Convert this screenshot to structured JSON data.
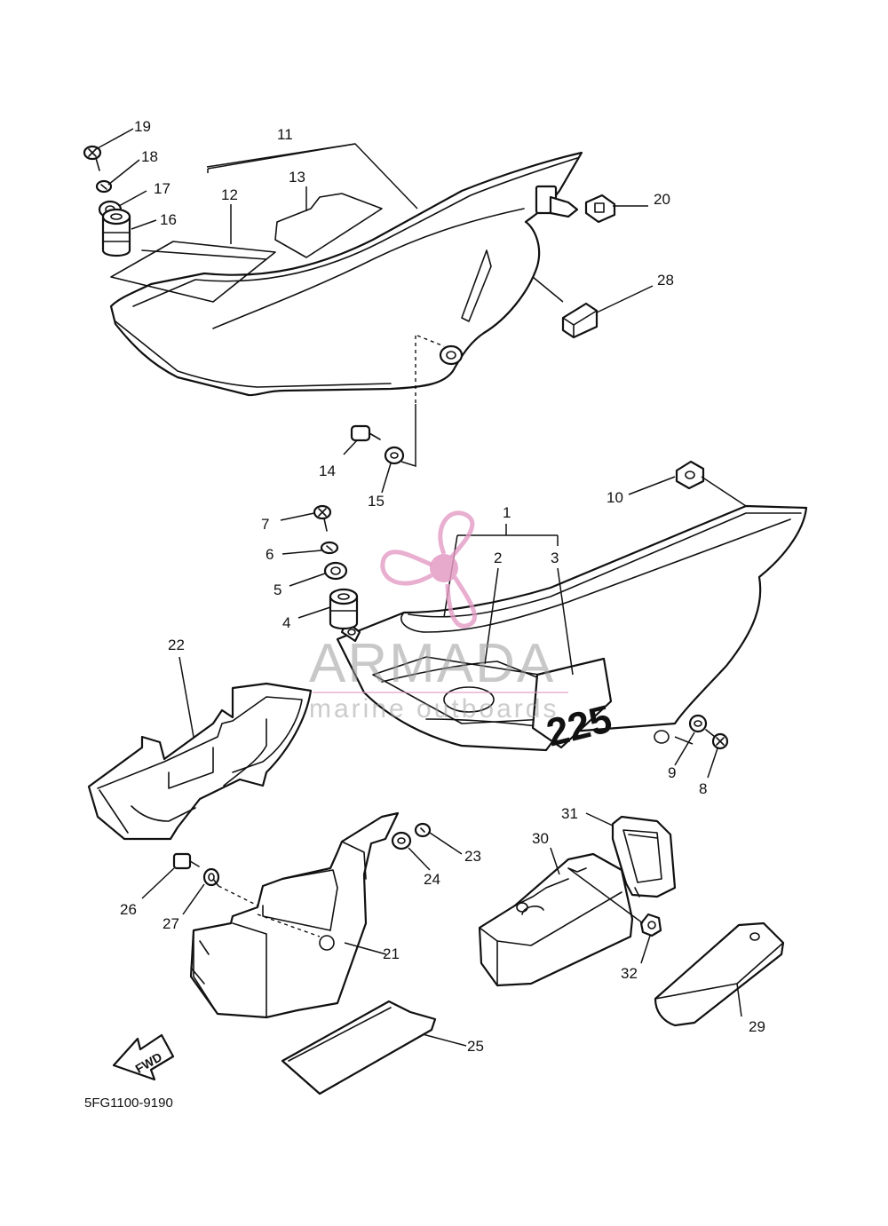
{
  "diagram_code": "5FG1100-9190",
  "decal_number": "225",
  "fwd_label": "FWD",
  "watermark": {
    "title": "ARMADA",
    "subtitle": "marine outboards",
    "accent_color": "#e39bc4"
  },
  "callouts": {
    "c1": "1",
    "c2": "2",
    "c3": "3",
    "c4": "4",
    "c5": "5",
    "c6": "6",
    "c7": "7",
    "c8": "8",
    "c9": "9",
    "c10": "10",
    "c11": "11",
    "c12": "12",
    "c13": "13",
    "c14": "14",
    "c15": "15",
    "c16": "16",
    "c17": "17",
    "c18": "18",
    "c19": "19",
    "c20": "20",
    "c21": "21",
    "c22": "22",
    "c23": "23",
    "c24": "24",
    "c25": "25",
    "c26": "26",
    "c27": "27",
    "c28": "28",
    "c29": "29",
    "c30": "30",
    "c31": "31",
    "c32": "32"
  }
}
